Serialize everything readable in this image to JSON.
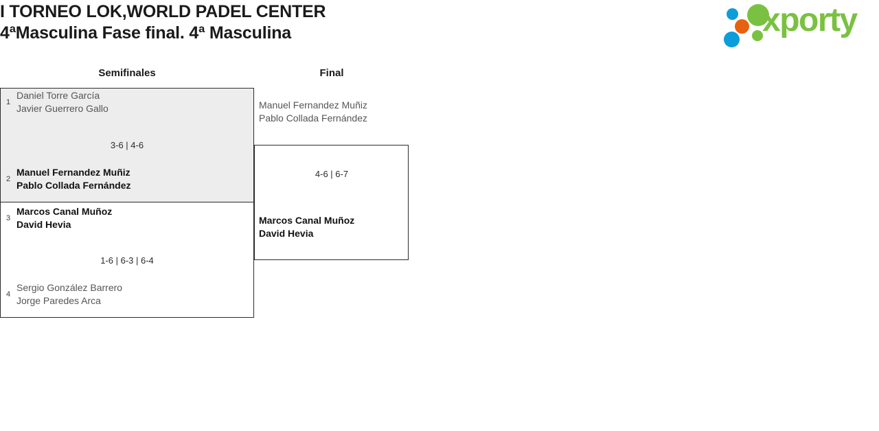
{
  "header": {
    "title_line1": "I TORNEO LOK,WORLD PADEL CENTER",
    "title_line2": "4ªMasculina Fase final. 4ª Masculina"
  },
  "logo": {
    "wordmark": "xporty",
    "colors": {
      "green": "#7ac142",
      "blue": "#0d9ddb",
      "orange": "#e8610e"
    }
  },
  "bracket": {
    "rounds": [
      {
        "label": "Semifinales"
      },
      {
        "label": "Final"
      }
    ],
    "semifinals": [
      {
        "highlighted": true,
        "score": "3-6 | 4-6",
        "teams": [
          {
            "seed": "1",
            "player1": "Daniel Torre García",
            "player2": "Javier Guerrero Gallo",
            "winner": false
          },
          {
            "seed": "2",
            "player1": "Manuel Fernandez Muñiz",
            "player2": "Pablo Collada Fernández",
            "winner": true
          }
        ]
      },
      {
        "highlighted": false,
        "score": "1-6 | 6-3 | 6-4",
        "teams": [
          {
            "seed": "3",
            "player1": "Marcos Canal Muñoz",
            "player2": "David Hevia",
            "winner": true
          },
          {
            "seed": "4",
            "player1": "Sergio González Barrero",
            "player2": "Jorge Paredes Arca",
            "winner": false
          }
        ]
      }
    ],
    "final": {
      "score": "4-6 | 6-7",
      "teams": [
        {
          "seed": "",
          "player1": "Manuel Fernandez Muñiz",
          "player2": "Pablo Collada Fernández",
          "winner": false
        },
        {
          "seed": "",
          "player1": "Marcos Canal Muñoz",
          "player2": "David Hevia",
          "winner": true
        }
      ]
    }
  }
}
